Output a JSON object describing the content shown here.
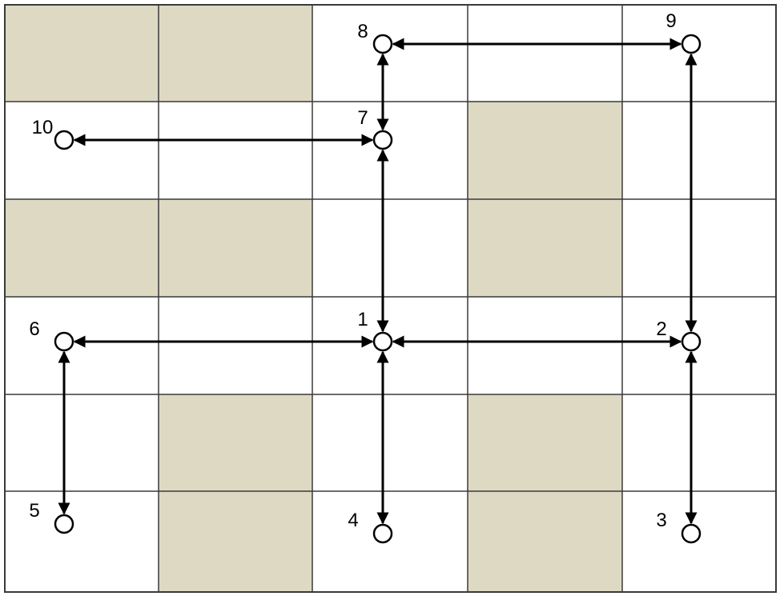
{
  "grid": {
    "rows": 6,
    "cols": 5,
    "shaded_fill": "#ddd9c3",
    "shaded_cells": [
      {
        "row": 0,
        "col": 0
      },
      {
        "row": 0,
        "col": 1
      },
      {
        "row": 1,
        "col": 3
      },
      {
        "row": 2,
        "col": 0
      },
      {
        "row": 2,
        "col": 1
      },
      {
        "row": 2,
        "col": 3
      },
      {
        "row": 4,
        "col": 1
      },
      {
        "row": 4,
        "col": 3
      },
      {
        "row": 5,
        "col": 1
      },
      {
        "row": 5,
        "col": 3
      }
    ]
  },
  "nodes": [
    {
      "id": "1",
      "label": "1"
    },
    {
      "id": "2",
      "label": "2"
    },
    {
      "id": "3",
      "label": "3"
    },
    {
      "id": "4",
      "label": "4"
    },
    {
      "id": "5",
      "label": "5"
    },
    {
      "id": "6",
      "label": "6"
    },
    {
      "id": "7",
      "label": "7"
    },
    {
      "id": "8",
      "label": "8"
    },
    {
      "id": "9",
      "label": "9"
    },
    {
      "id": "10",
      "label": "10"
    }
  ],
  "edges": [
    {
      "from": "1",
      "to": "2",
      "arrows": "both"
    },
    {
      "from": "1",
      "to": "6",
      "arrows": "both"
    },
    {
      "from": "1",
      "to": "4",
      "arrows": "both"
    },
    {
      "from": "1",
      "to": "7",
      "arrows": "both"
    },
    {
      "from": "2",
      "to": "3",
      "arrows": "both"
    },
    {
      "from": "2",
      "to": "9",
      "arrows": "both"
    },
    {
      "from": "6",
      "to": "5",
      "arrows": "both"
    },
    {
      "from": "7",
      "to": "8",
      "arrows": "both"
    },
    {
      "from": "7",
      "to": "10",
      "arrows": "both"
    },
    {
      "from": "8",
      "to": "9",
      "arrows": "both"
    }
  ]
}
